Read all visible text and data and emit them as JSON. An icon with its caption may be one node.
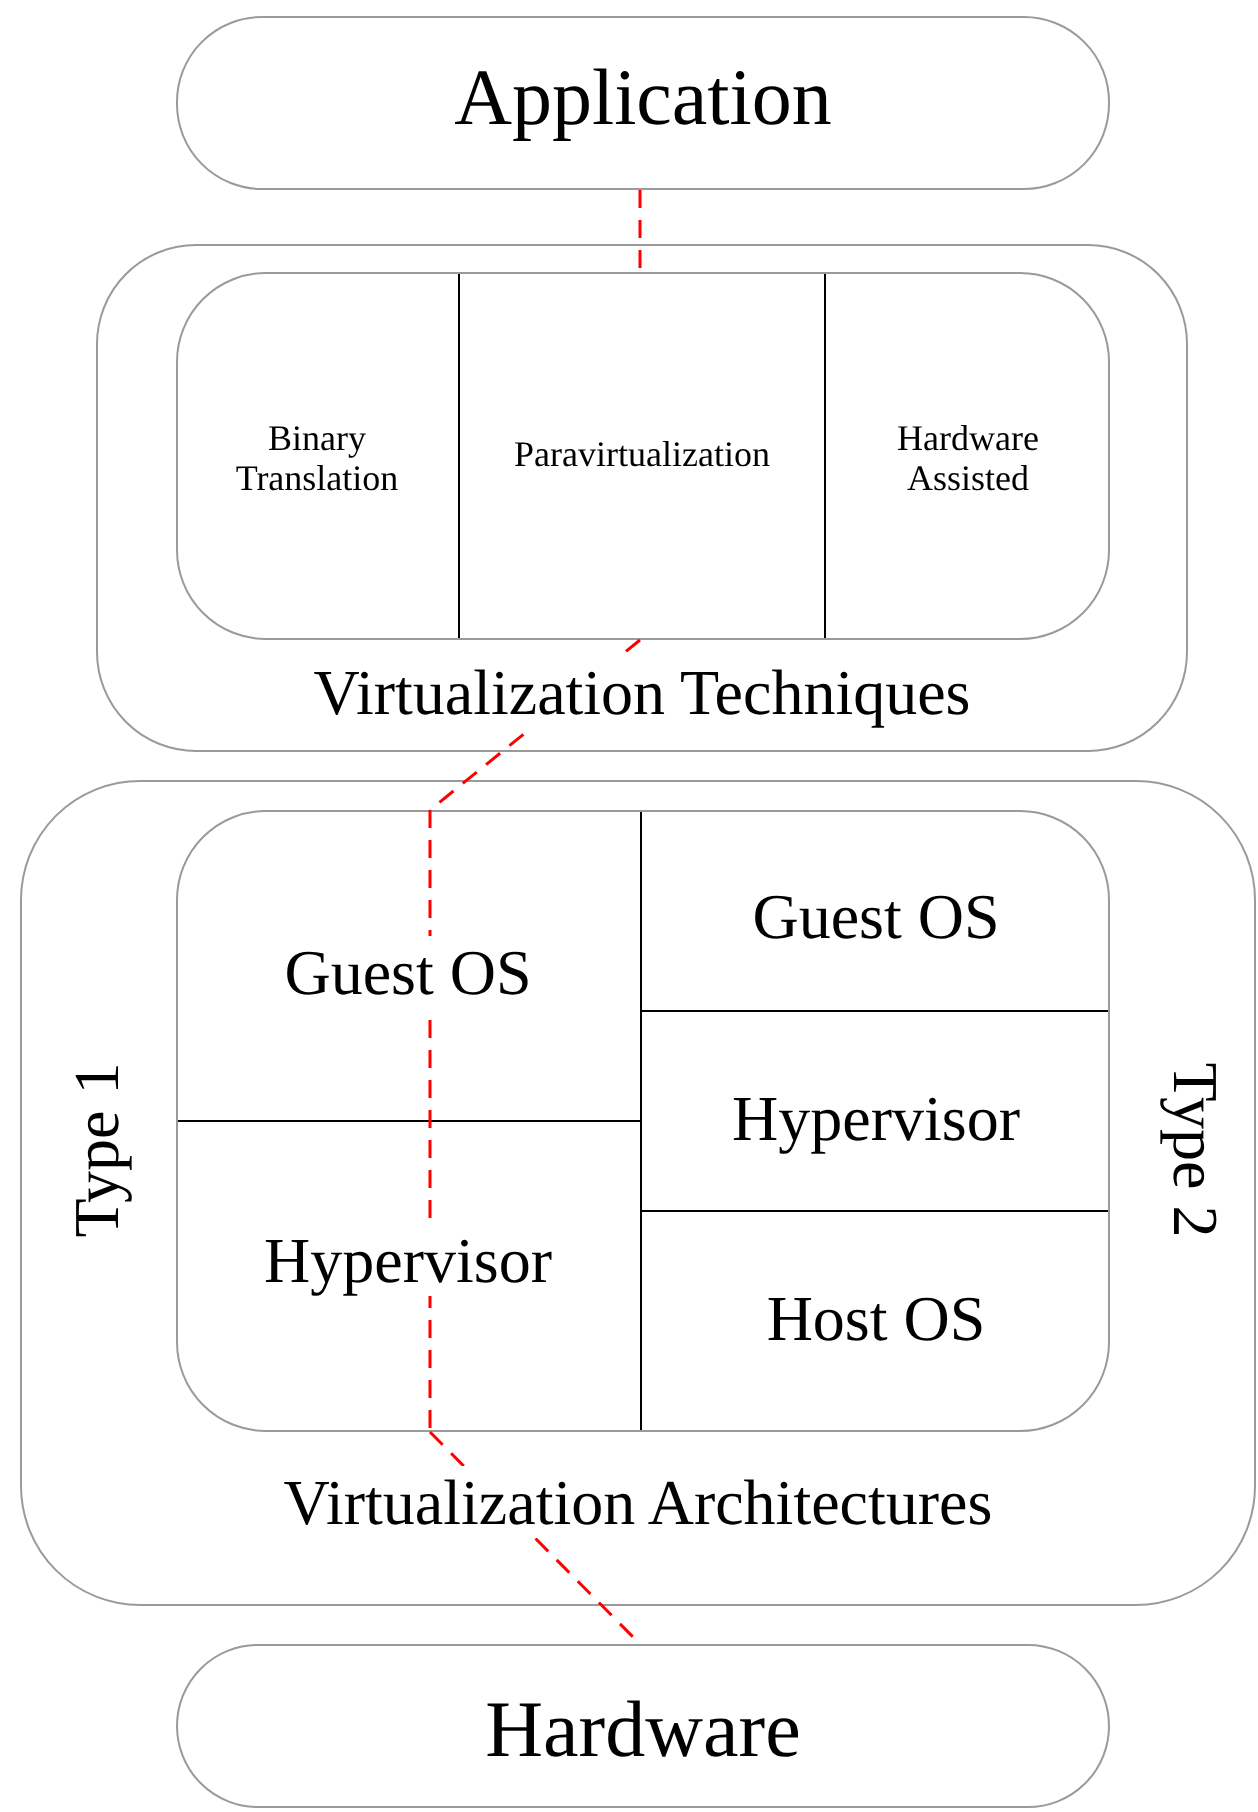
{
  "diagram": {
    "nodes": [
      {
        "text": [
          "Application"
        ]
      },
      {
        "text": [
          "Virtualization Techniques"
        ]
      },
      {
        "text": [],
        "shape": "box",
        "in": 1
      },
      {
        "text": [
          "Binary Translation"
        ],
        "in": 2
      },
      {
        "text": [
          "Paravirtualization"
        ],
        "in": 2
      },
      {
        "text": [
          "Hardware Assisted"
        ],
        "in": 2
      },
      {
        "text": [
          "Virtualization Architectures"
        ]
      },
      {
        "text": [],
        "shape": "box",
        "in": 6
      },
      {
        "text": [
          "Guest OS"
        ],
        "in": 7
      },
      {
        "text": [
          "Hypervisor"
        ],
        "in": 7
      },
      {
        "text": [
          "Guest OS"
        ],
        "in": 7
      },
      {
        "text": [
          "Hypervisor"
        ],
        "in": 7
      },
      {
        "text": [
          "Host OS"
        ],
        "in": 7
      },
      {
        "text": [
          "Hardware"
        ]
      }
    ],
    "edges": [
      {
        "from": 0,
        "to": 4,
        "arrow": "none",
        "style": "dashed",
        "color": "#ff0000"
      },
      {
        "from": 4,
        "to": 8,
        "arrow": "none",
        "style": "dashed",
        "color": "#ff0000"
      },
      {
        "from": 8,
        "to": 9,
        "arrow": "none",
        "style": "dashed",
        "color": "#ff0000"
      },
      {
        "from": 9,
        "to": 13,
        "arrow": "none",
        "style": "dashed",
        "color": "#ff0000"
      }
    ],
    "labels": [
      "Type 1",
      "Type 2"
    ]
  }
}
